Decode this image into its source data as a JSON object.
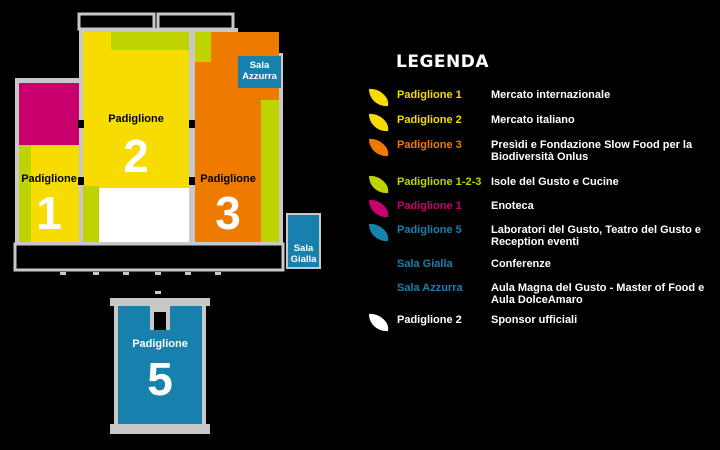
{
  "colors": {
    "yellow": "#f6dc00",
    "yellow_green": "#bfd300",
    "orange": "#ee7a00",
    "magenta": "#c8006e",
    "blue": "#1780ad",
    "white": "#ffffff",
    "grey": "#c8c8c8",
    "black": "#000000"
  },
  "map": {
    "pad1": {
      "label": "Padiglione",
      "number": "1"
    },
    "pad2": {
      "label": "Padiglione",
      "number": "2"
    },
    "pad3": {
      "label": "Padiglione",
      "number": "3"
    },
    "pad5": {
      "label": "Padiglione",
      "number": "5"
    },
    "sala_azzurra": {
      "line1": "Sala",
      "line2": "Azzurra"
    },
    "sala_gialla": {
      "line1": "Sala",
      "line2": "Gialla"
    }
  },
  "legend": {
    "title": "LEGENDA",
    "items": [
      {
        "swatch": "leaf",
        "swatch_color": "#f6dc00",
        "pavilion": "Padiglione 1",
        "pavilion_color": "#f6dc00",
        "description": "Mercato internazionale"
      },
      {
        "swatch": "leaf",
        "swatch_color": "#f6dc00",
        "pavilion": "Padiglione 2",
        "pavilion_color": "#f6dc00",
        "description": "Mercato italiano"
      },
      {
        "swatch": "leaf",
        "swatch_color": "#ee7a00",
        "pavilion": "Padiglione 3",
        "pavilion_color": "#ee7a00",
        "description": "Presìdi e Fondazione Slow Food per la Biodiversità Onlus"
      },
      {
        "swatch": "leaf",
        "swatch_color": "#bfd300",
        "pavilion": "Padiglione 1-2-3",
        "pavilion_color": "#bfd300",
        "description": "Isole del Gusto e Cucine"
      },
      {
        "swatch": "leaf",
        "swatch_color": "#c8006e",
        "pavilion": "Padiglione 1",
        "pavilion_color": "#c8006e",
        "description": "Enoteca"
      },
      {
        "swatch": "leaf",
        "swatch_color": "#1780ad",
        "pavilion": "Padiglione 5",
        "pavilion_color": "#1780ad",
        "description": "Laboratori del Gusto, Teatro del Gusto e Reception eventi"
      },
      {
        "swatch": "none",
        "swatch_color": "",
        "pavilion": "Sala Gialla",
        "pavilion_color": "#1780ad",
        "description": "Conferenze"
      },
      {
        "swatch": "none",
        "swatch_color": "",
        "pavilion": "Sala Azzurra",
        "pavilion_color": "#1780ad",
        "description": "Aula Magna del Gusto - Master of Food e Aula DolceAmaro"
      },
      {
        "swatch": "leaf",
        "swatch_color": "#ffffff",
        "pavilion": "Padiglione 2",
        "pavilion_color": "#ffffff",
        "description": "Sponsor ufficiali"
      }
    ]
  }
}
